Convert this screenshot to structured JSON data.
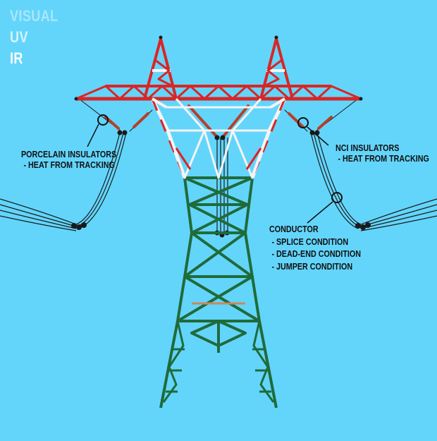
{
  "modes": [
    {
      "label": "VISUAL",
      "color": "#a9e6fb"
    },
    {
      "label": "UV",
      "color": "#d6f4fd"
    },
    {
      "label": "IR",
      "color": "#ffffff"
    }
  ],
  "callouts": {
    "porcelain": {
      "title": "PORCELAIN INSULATORS",
      "item": "- HEAT FROM TRACKING"
    },
    "nci": {
      "title": "NCI INSULATORS",
      "item": "- HEAT FROM TRACKING"
    },
    "conductor": {
      "title": "CONDUCTOR",
      "items": [
        "- SPLICE CONDITION",
        "- DEAD-END CONDITION",
        "- JUMPER CONDITION"
      ]
    }
  },
  "colors": {
    "background": "#63d5fb",
    "tower_upper": "#d92626",
    "tower_white": "#f4f4f4",
    "tower_lower": "#1f6b3a",
    "insulator": "#b5402a",
    "wire": "#1a1a1a"
  }
}
